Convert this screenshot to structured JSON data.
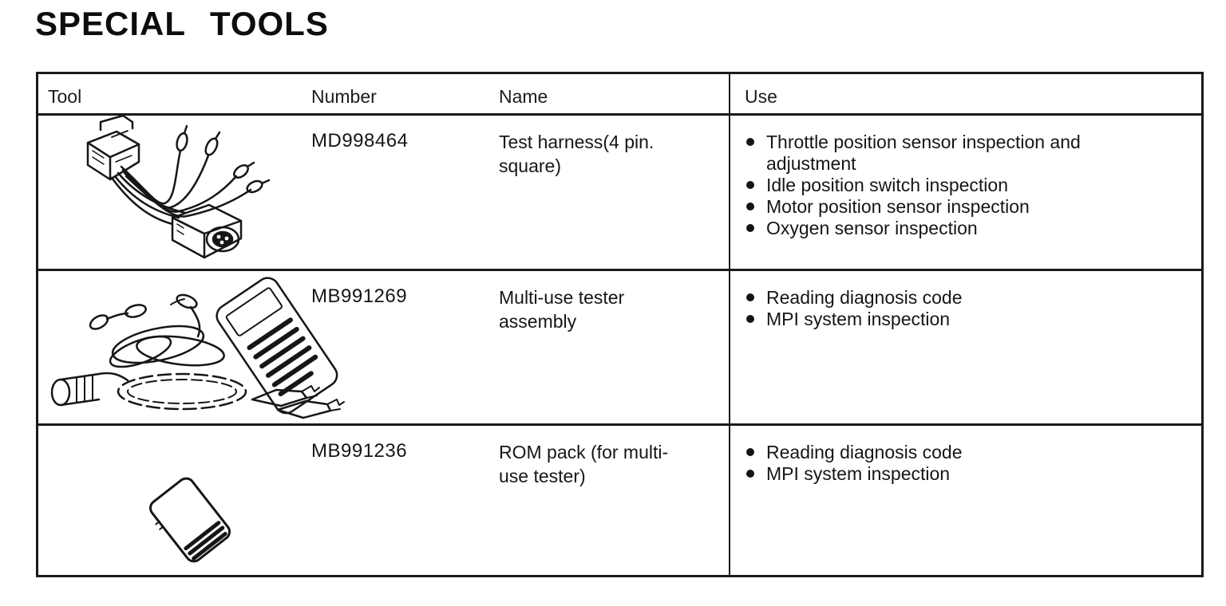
{
  "page": {
    "title": "SPECIAL TOOLS"
  },
  "table": {
    "headers": {
      "tool": "Tool",
      "number": "Number",
      "name": "Name",
      "use": "Use"
    },
    "rows": [
      {
        "illustration": "test-harness-wiring-illustration",
        "number": "MD998464",
        "name": "Test harness(4 pin. square)",
        "uses": [
          "Throttle position sensor inspection and adjustment",
          "Idle position switch inspection",
          "Motor position sensor inspection",
          "Oxygen sensor inspection"
        ]
      },
      {
        "illustration": "multi-use-tester-illustration",
        "number": "MB991269",
        "name": "Multi-use tester assembly",
        "uses": [
          "Reading diagnosis code",
          "MPI system inspection"
        ]
      },
      {
        "illustration": "rom-pack-illustration",
        "number": "MB991236",
        "name": "ROM pack (for multi-use tester)",
        "uses": [
          "Reading diagnosis code",
          "MPI system inspection"
        ]
      }
    ]
  },
  "colors": {
    "ink": "#161616",
    "paper": "#ffffff"
  }
}
